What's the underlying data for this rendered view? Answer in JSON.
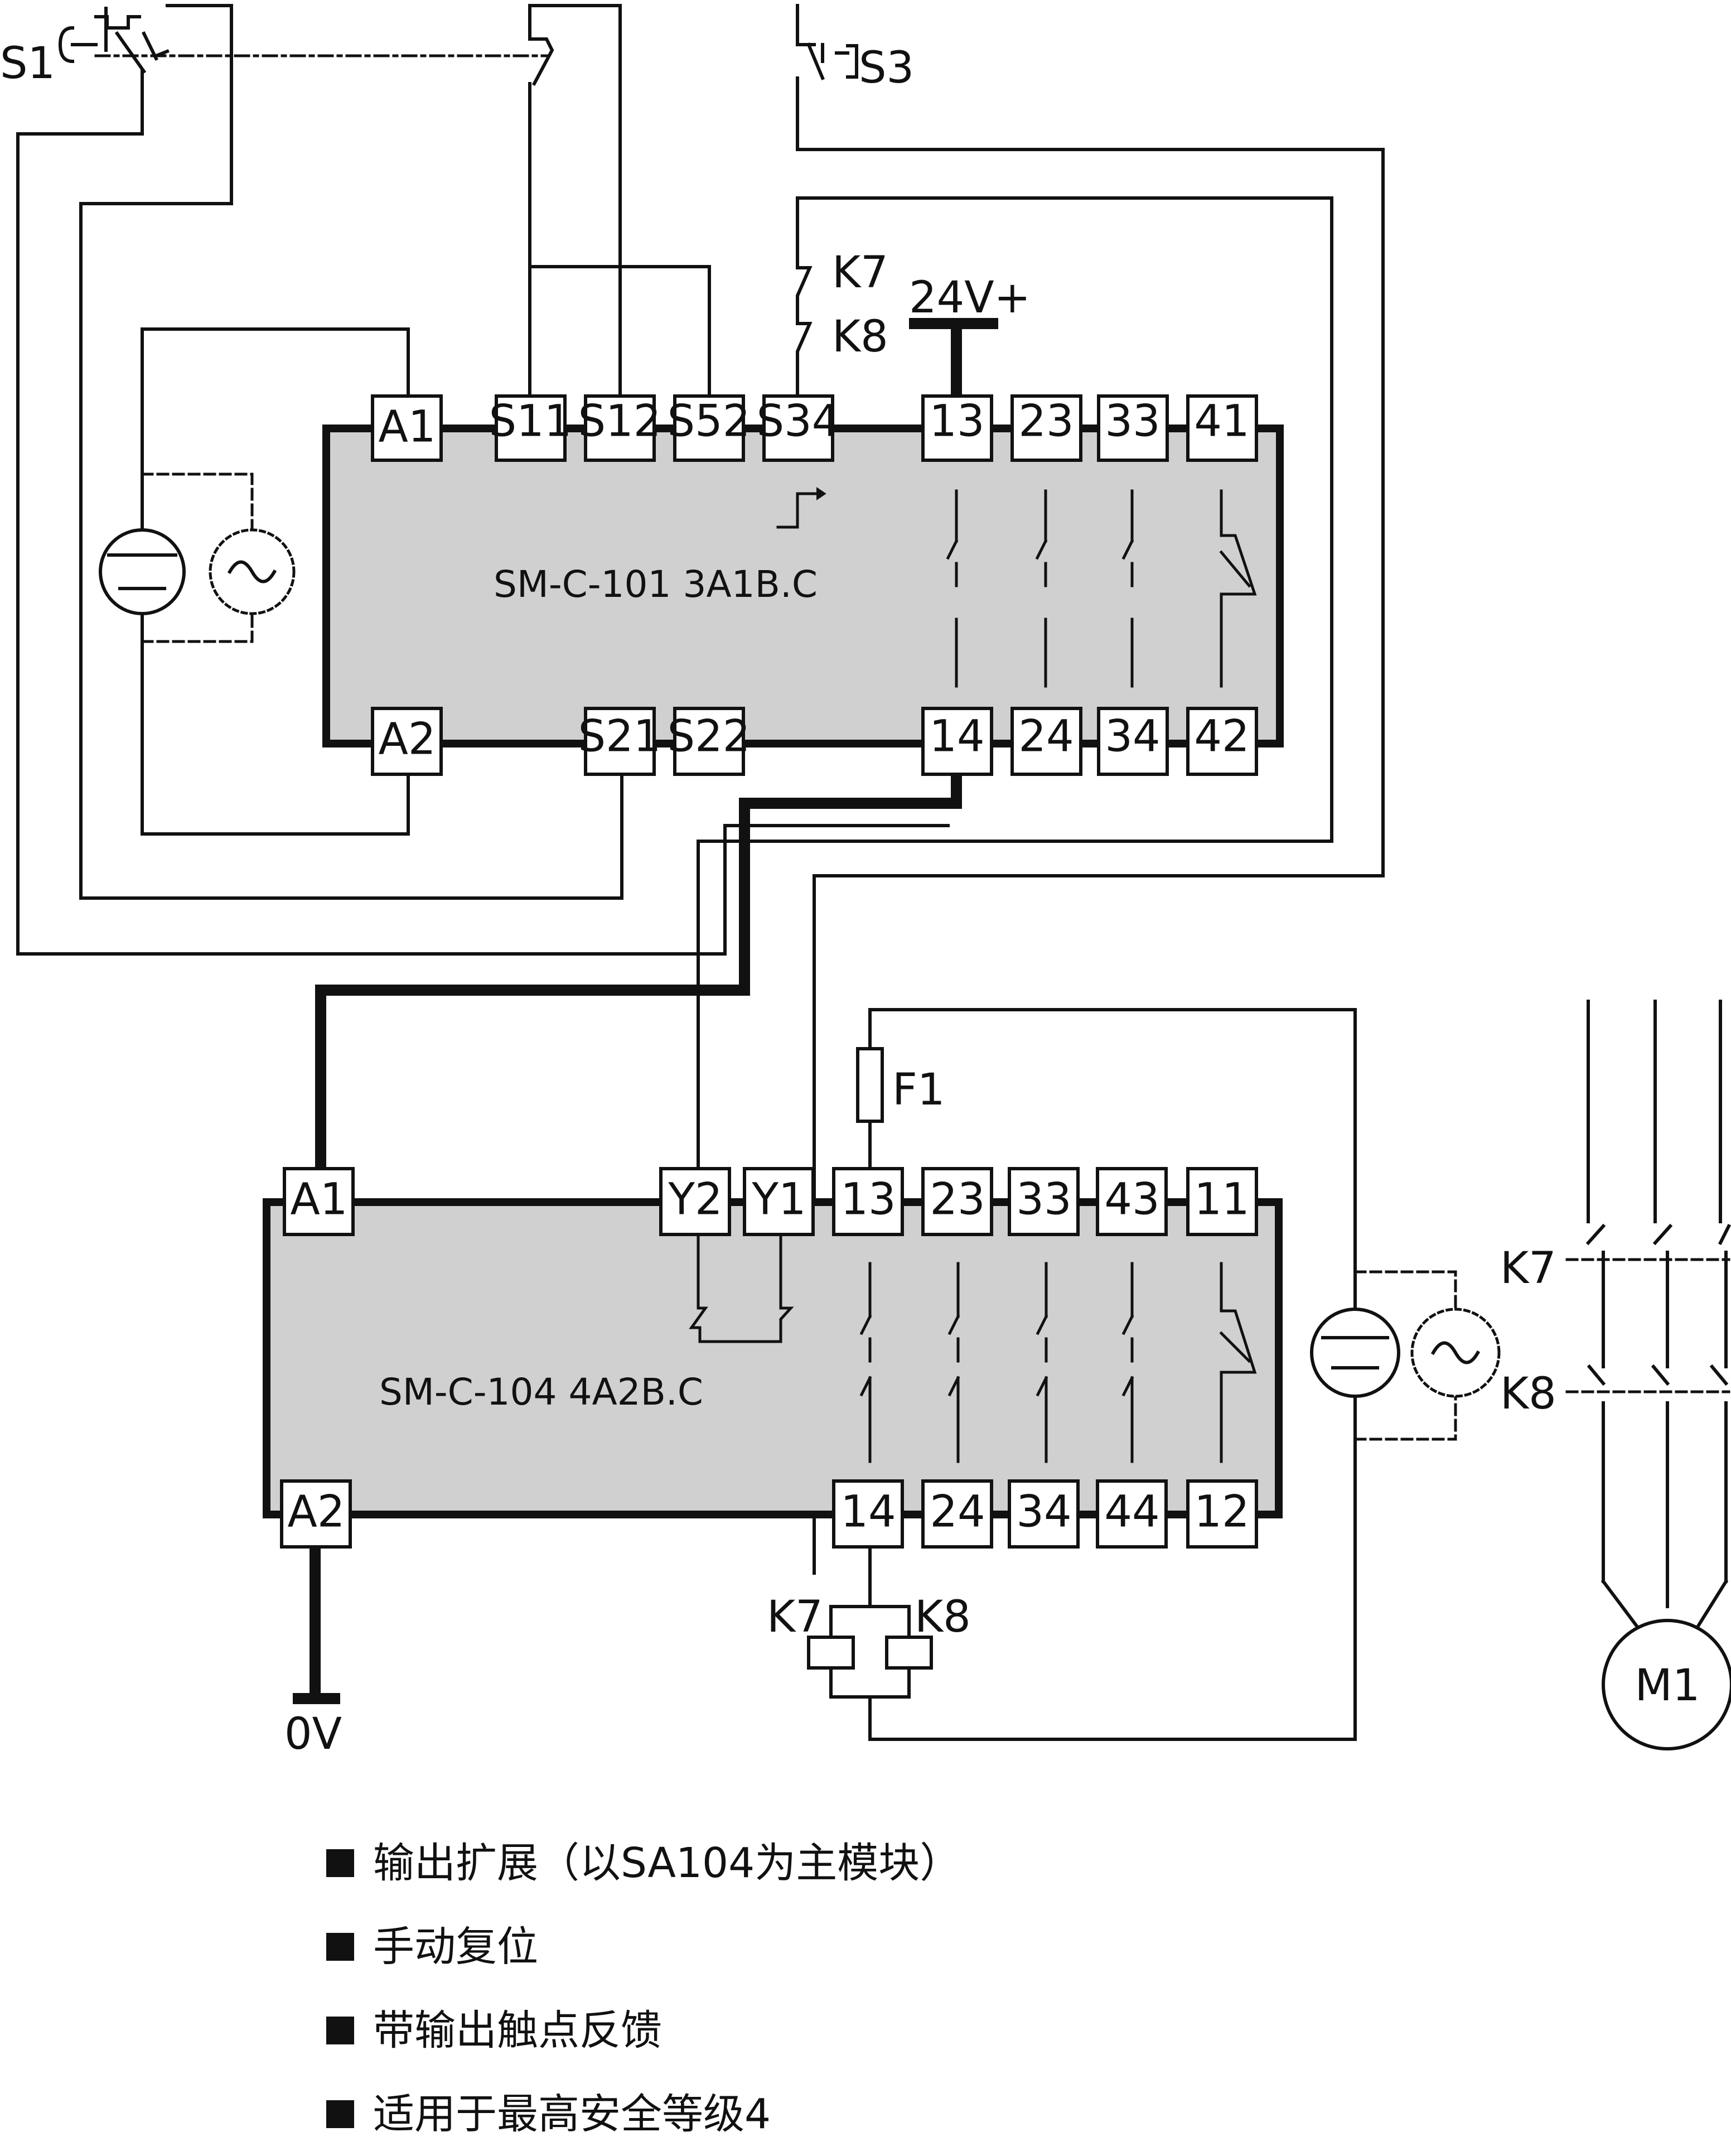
{
  "colors": {
    "line": "#111111",
    "module_fill": "#d0d0d0",
    "background": "#ffffff"
  },
  "switches": {
    "s1": "S1",
    "s3": "S3"
  },
  "contacts": {
    "k7": "K7",
    "k8": "K8",
    "f1": "F1"
  },
  "supply": {
    "plus": "24V+",
    "zero": "0V"
  },
  "motor": {
    "label": "M1"
  },
  "module_101": {
    "model": "SM-C-101 3A1B.C",
    "top_terminals": [
      "A1",
      "S11",
      "S12",
      "S52",
      "S34",
      "13",
      "23",
      "33",
      "41"
    ],
    "bottom_terminals": [
      "A2",
      "S21",
      "S22",
      "14",
      "24",
      "34",
      "42"
    ]
  },
  "module_104": {
    "model": "SM-C-104 4A2B.C",
    "top_terminals": [
      "A1",
      "Y2",
      "Y1",
      "13",
      "23",
      "33",
      "43",
      "11"
    ],
    "bottom_terminals": [
      "A2",
      "14",
      "24",
      "34",
      "44",
      "12"
    ]
  },
  "coils": {
    "left": "K7",
    "right": "K8"
  },
  "notes": [
    "输出扩展（以SA104为主模块）",
    "手动复位",
    "带输出触点反馈",
    "适用于最高安全等级4"
  ],
  "icons": [
    "dc-supply-icon",
    "ac-supply-icon",
    "contact-icon",
    "fuse-icon",
    "coil-icon",
    "motor-icon",
    "reset-pulse-icon",
    "bullet-square-icon"
  ]
}
